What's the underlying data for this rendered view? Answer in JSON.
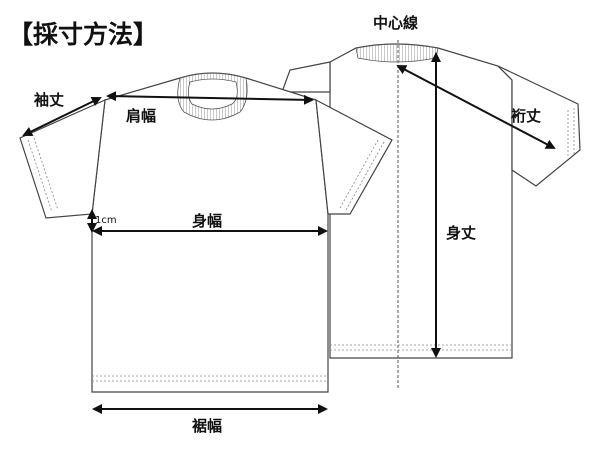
{
  "diagram": {
    "title": "【採寸方法】",
    "labels": {
      "center_line": "中心線",
      "sleeve_length": "袖丈",
      "shoulder_width": "肩幅",
      "yuki_length": "裄丈",
      "body_length": "身丈",
      "offset_note": "1cm",
      "body_width": "身幅",
      "hem_width": "裾幅"
    },
    "colors": {
      "outline": "#444444",
      "text": "#111111",
      "arrow": "#111111",
      "background": "#ffffff"
    }
  }
}
